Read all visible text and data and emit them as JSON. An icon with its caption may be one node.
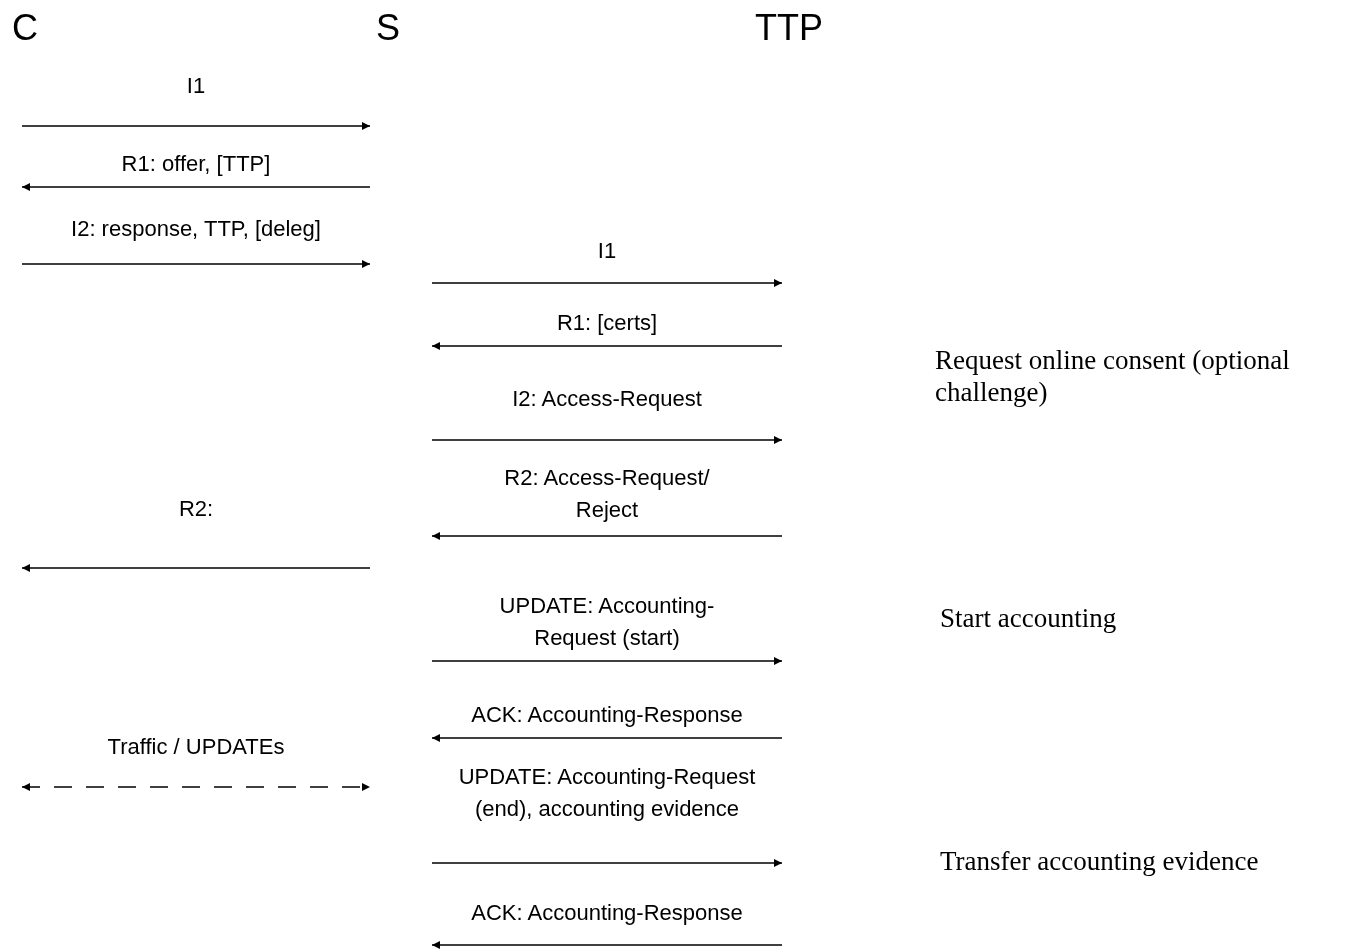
{
  "diagram": {
    "nodes": [
      {
        "text": [
          "C"
        ]
      },
      {
        "text": [
          "S"
        ]
      },
      {
        "text": [
          "TTP"
        ]
      }
    ],
    "edges": [
      {
        "from": 0,
        "to": 1,
        "arrow": "to",
        "label": "I1"
      },
      {
        "from": 1,
        "to": 0,
        "arrow": "to",
        "label": "R1: offer, [TTP]"
      },
      {
        "from": 0,
        "to": 1,
        "arrow": "to",
        "label": "I2: response, TTP, [deleg]"
      },
      {
        "from": 1,
        "to": 2,
        "arrow": "to",
        "label": "I1"
      },
      {
        "from": 2,
        "to": 1,
        "arrow": "to",
        "label": "R1: [certs]"
      },
      {
        "from": 1,
        "to": 2,
        "arrow": "to",
        "label": "I2: Access-Request"
      },
      {
        "from": 2,
        "to": 1,
        "arrow": "to",
        "label": "R2: Access-Request/ Reject"
      },
      {
        "from": 1,
        "to": 0,
        "arrow": "to",
        "label": "R2:"
      },
      {
        "from": 1,
        "to": 2,
        "arrow": "to",
        "label": "UPDATE: Accounting-Request (start)"
      },
      {
        "from": 2,
        "to": 1,
        "arrow": "to",
        "label": "ACK: Accounting-Response"
      },
      {
        "from": 0,
        "to": 1,
        "arrow": "both",
        "label": "Traffic / UPDATEs",
        "style": "dashed"
      },
      {
        "from": 1,
        "to": 2,
        "arrow": "to",
        "label": "UPDATE: Accounting-Request (end), accounting evidence"
      },
      {
        "from": 2,
        "to": 1,
        "arrow": "to",
        "label": "ACK: Accounting-Response"
      }
    ],
    "labels": [
      "Request online consent (optional challenge)",
      "Start accounting",
      "Transfer accounting evidence"
    ]
  }
}
